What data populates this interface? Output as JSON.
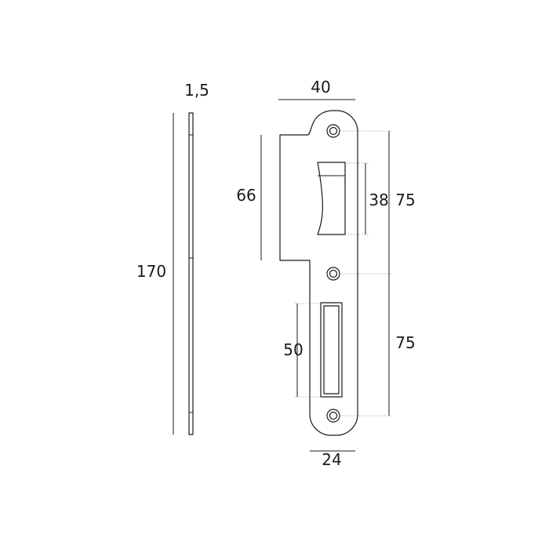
{
  "drawing": {
    "line_color": "#1a1a1a",
    "background": "#ffffff",
    "dimensions": {
      "thickness": "1,5",
      "total_height": "170",
      "width_top": "40",
      "width_bottom": "24",
      "latch_zone_height": "66",
      "latch_hole_height": "38",
      "screw_spacing_upper": "75",
      "screw_spacing_lower": "75",
      "lower_slot_height": "50"
    }
  }
}
